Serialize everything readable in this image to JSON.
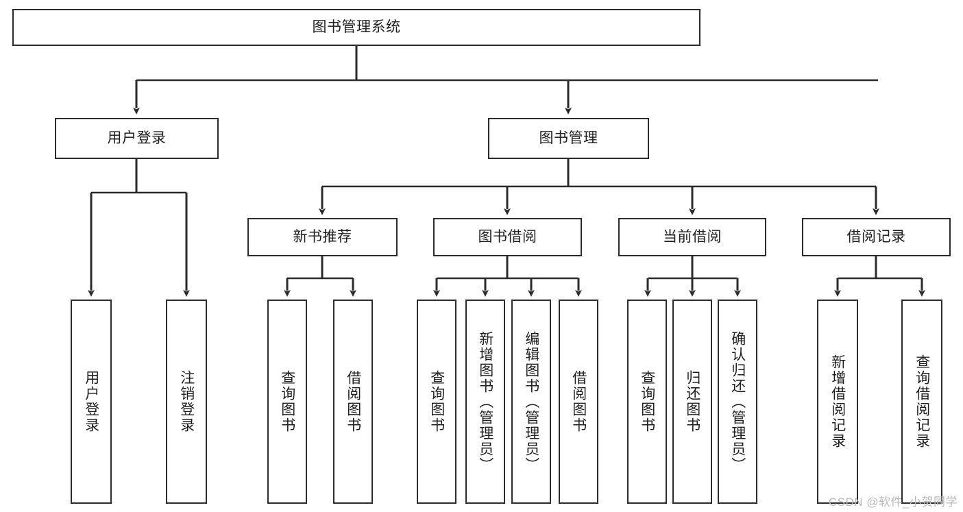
{
  "diagram": {
    "title": "图书管理系统",
    "type": "hierarchy-tree",
    "colors": {
      "border": "#2b2b2b",
      "background": "#ffffff",
      "text": "#1f1f1f",
      "watermark": "#b9b9b9"
    },
    "root": {
      "label": "图书管理系统"
    },
    "level2": [
      {
        "label": "用户登录"
      },
      {
        "label": "图书管理"
      }
    ],
    "level3": [
      {
        "label": "新书推荐"
      },
      {
        "label": "图书借阅"
      },
      {
        "label": "当前借阅"
      },
      {
        "label": "借阅记录"
      }
    ],
    "leaves": {
      "user_login": [
        {
          "label": "用户登录"
        },
        {
          "label": "注销登录"
        }
      ],
      "new_book_recommend": [
        {
          "label": "查询图书"
        },
        {
          "label": "借阅图书"
        }
      ],
      "book_borrow": [
        {
          "label": "查询图书"
        },
        {
          "label": "新增图书（管理员）"
        },
        {
          "label": "编辑图书（管理员）"
        },
        {
          "label": "借阅图书"
        }
      ],
      "current_borrow": [
        {
          "label": "查询图书"
        },
        {
          "label": "归还图书"
        },
        {
          "label": "确认归还（管理员）"
        }
      ],
      "borrow_record": [
        {
          "label": "新增借阅记录"
        },
        {
          "label": "查询借阅记录"
        }
      ]
    }
  },
  "watermark": {
    "text": "CSDN @软件_小贺同学"
  }
}
